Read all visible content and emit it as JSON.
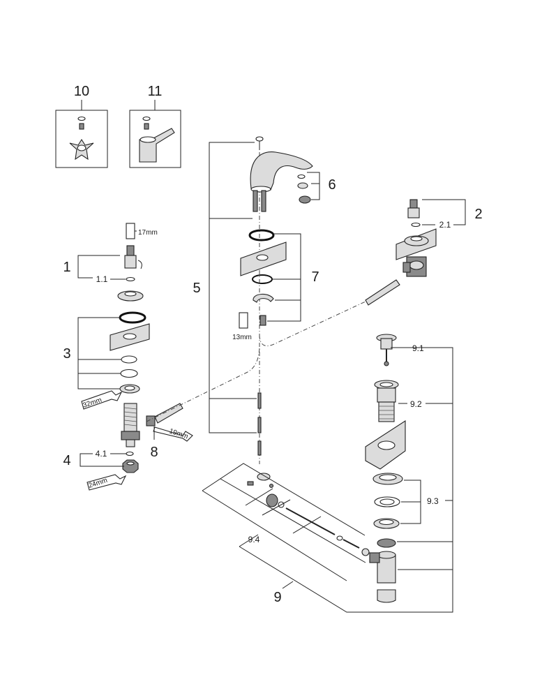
{
  "labels": {
    "p1": "1",
    "p1_1": "1.1",
    "p2": "2",
    "p2_1": "2.1",
    "p3": "3",
    "p4": "4",
    "p4_1": "4.1",
    "p5": "5",
    "p6": "6",
    "p7": "7",
    "p8": "8",
    "p9": "9",
    "p9_1": "9.1",
    "p9_2": "9.2",
    "p9_3": "9.3",
    "p9_4": "9.4",
    "p10": "10",
    "p11": "11"
  },
  "wrench_sizes": {
    "w17": "17mm",
    "w13": "13mm",
    "w32": "32mm",
    "w19": "19mm",
    "w24": "24mm"
  }
}
